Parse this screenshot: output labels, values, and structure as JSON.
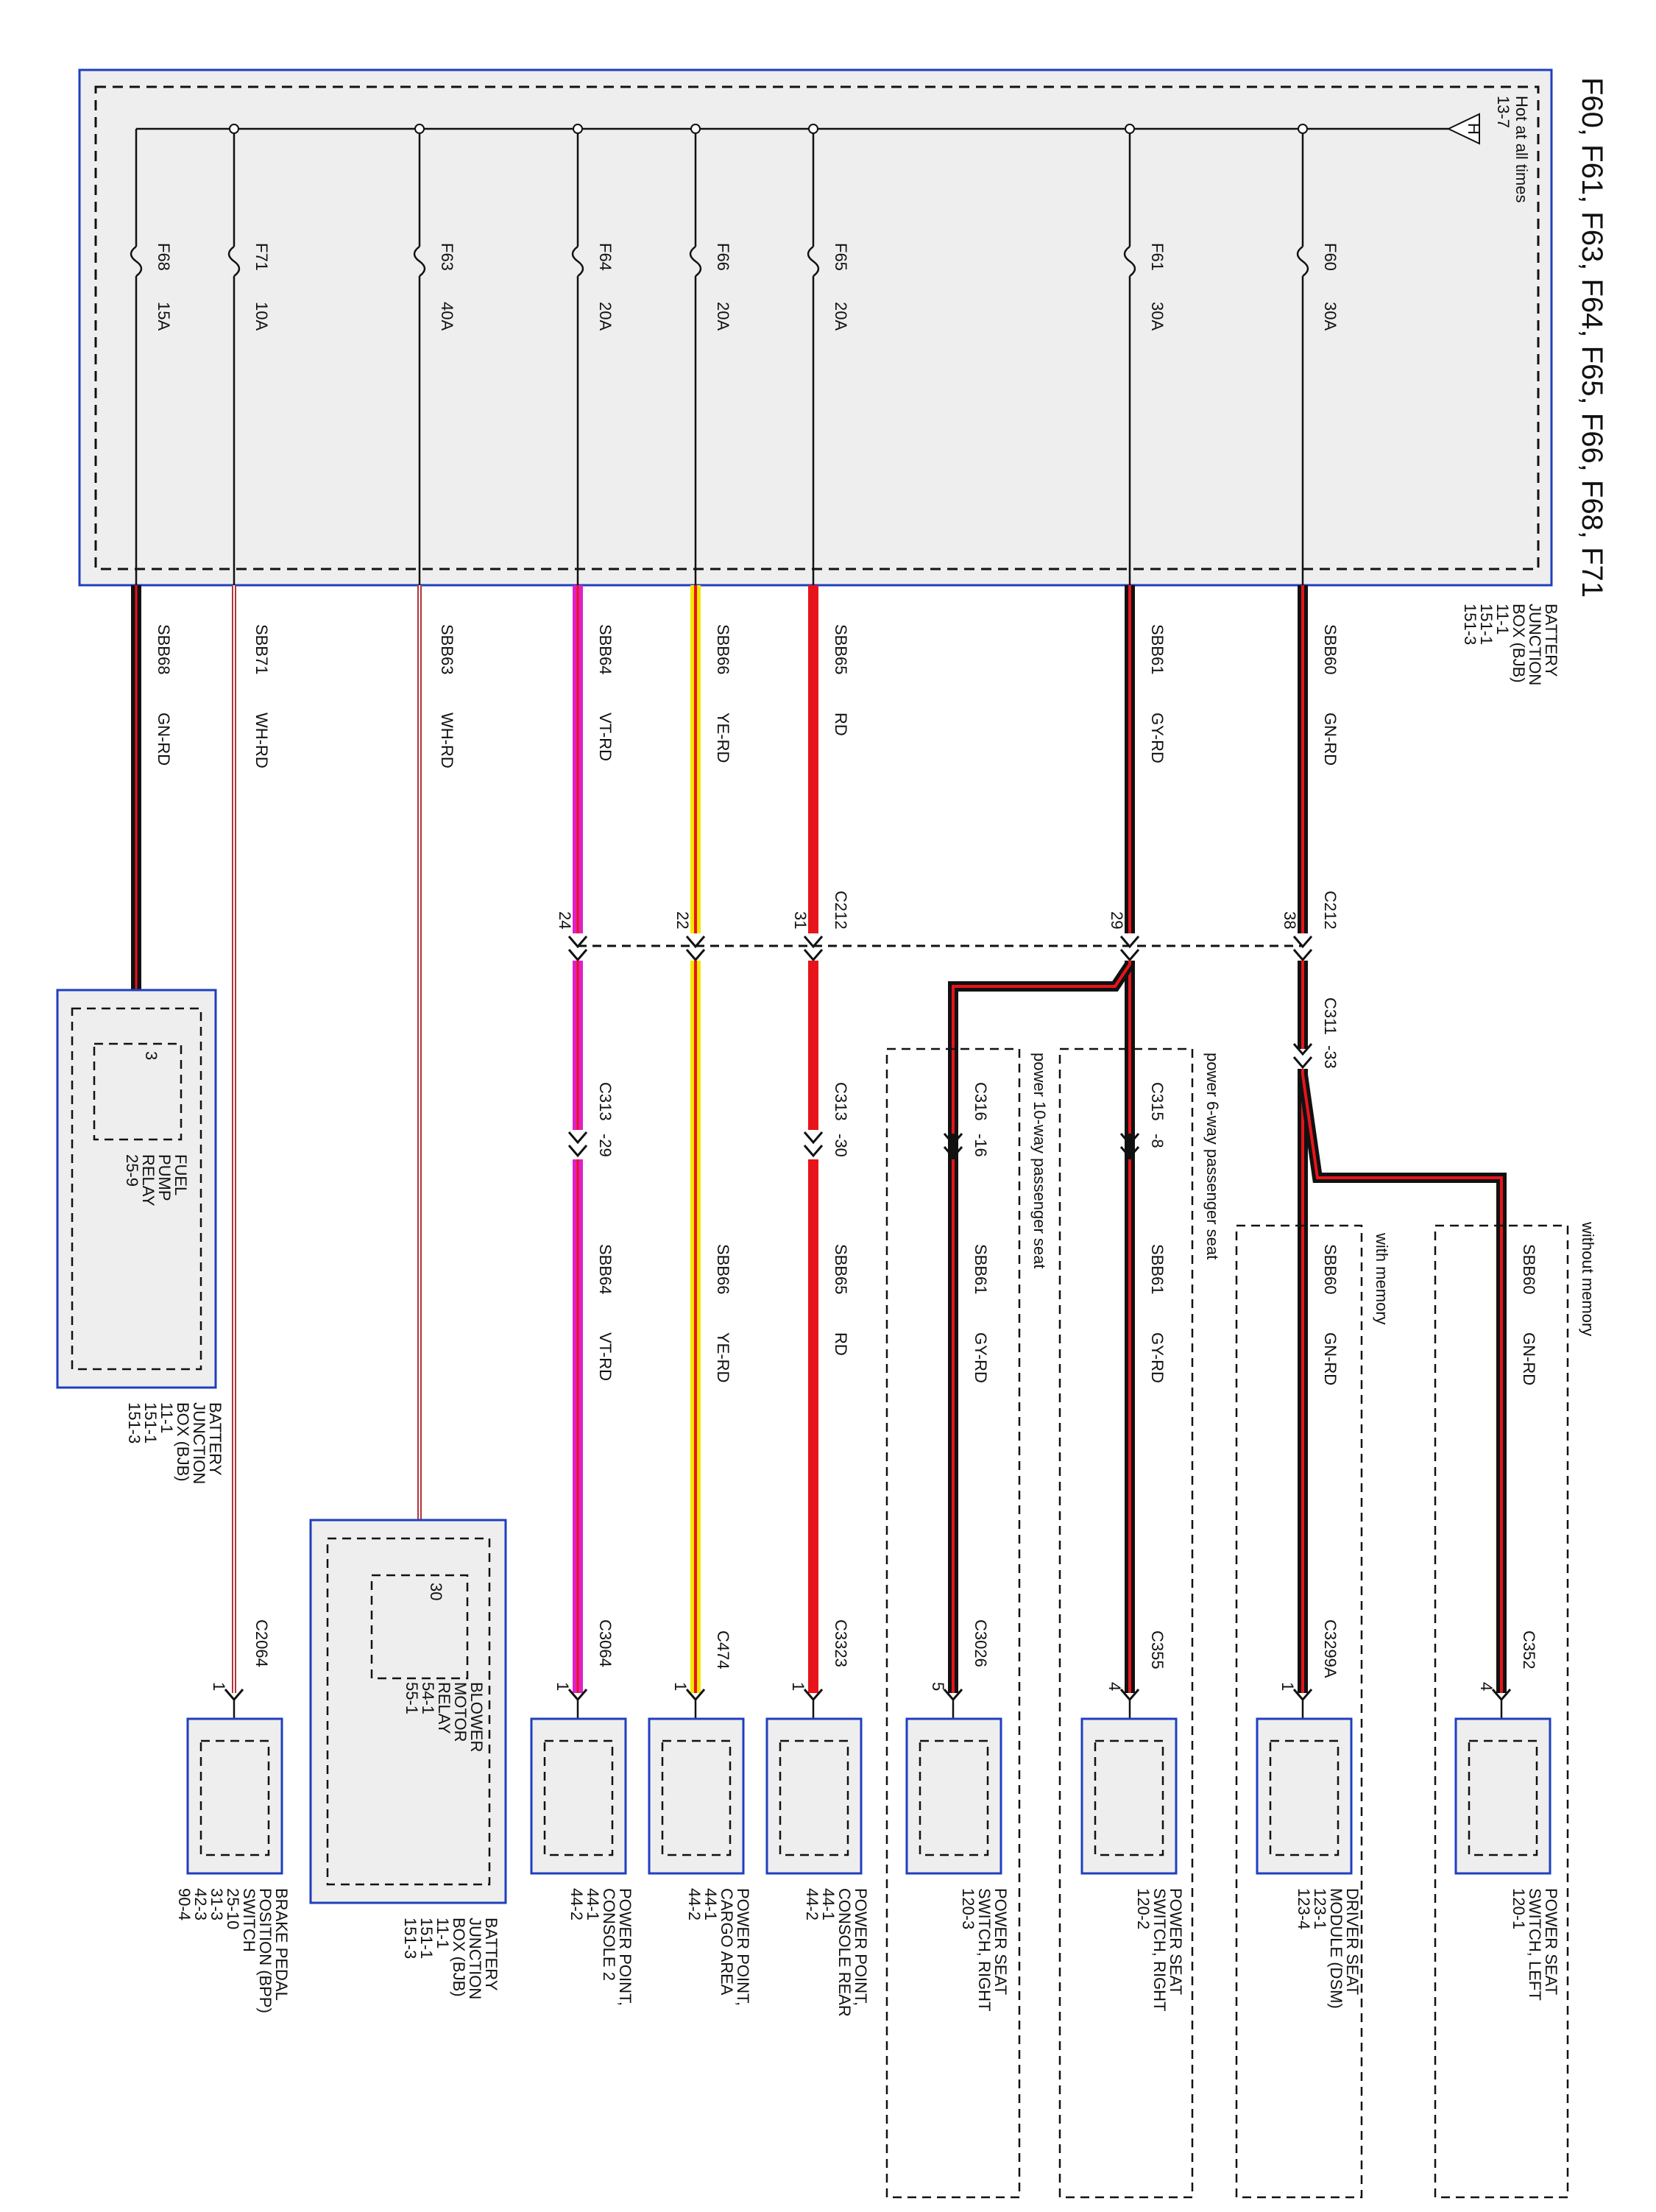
{
  "title": "F60, F61, F63, F64, F65, F66, F68, F71",
  "source": {
    "name_lines": [
      "BATTERY",
      "JUNCTION",
      "BOX (BJB)",
      "11-1",
      "151-1",
      "151-3"
    ],
    "hot_label": "Hot at all times",
    "hot_ref": "13-7",
    "hot_symbol": "H"
  },
  "fuses": [
    {
      "id": "F60",
      "rating": "30A"
    },
    {
      "id": "F61",
      "rating": "30A"
    },
    {
      "id": "F65",
      "rating": "20A"
    },
    {
      "id": "F66",
      "rating": "20A"
    },
    {
      "id": "F64",
      "rating": "20A"
    },
    {
      "id": "F63",
      "rating": "40A"
    },
    {
      "id": "F71",
      "rating": "10A"
    },
    {
      "id": "F68",
      "rating": "15A"
    }
  ],
  "wires": [
    {
      "circuit": "SBB60",
      "color": "GN-RD"
    },
    {
      "circuit": "SBB61",
      "color": "GY-RD"
    },
    {
      "circuit": "SBB65",
      "color": "RD"
    },
    {
      "circuit": "SBB66",
      "color": "YE-RD"
    },
    {
      "circuit": "SBB64",
      "color": "VT-RD"
    },
    {
      "circuit": "SBB63",
      "color": "WH-RD"
    },
    {
      "circuit": "SBB71",
      "color": "WH-RD"
    },
    {
      "circuit": "SBB68",
      "color": "GN-RD"
    }
  ],
  "connector_c212": {
    "name": "C212",
    "pins": [
      "38",
      "29",
      "31",
      "22",
      "24"
    ]
  },
  "inline_connectors": [
    {
      "name": "C311",
      "pin": "-33"
    },
    {
      "name": "C315",
      "pin": "-8"
    },
    {
      "name": "C316",
      "pin": "-16"
    },
    {
      "name": "C313",
      "pin": "-30"
    },
    {
      "name": "C313",
      "pin": "-29"
    }
  ],
  "option_groups": [
    {
      "label": "without memory"
    },
    {
      "label": "with memory"
    },
    {
      "label": "power 6-way passenger seat"
    },
    {
      "label": "power 10-way passenger seat"
    }
  ],
  "loads": [
    {
      "connector": "C352",
      "pin": "4",
      "lines": [
        "POWER SEAT",
        "SWITCH, LEFT",
        "120-1"
      ]
    },
    {
      "connector": "C3299A",
      "pin": "1",
      "lines": [
        "DRIVER SEAT",
        "MODULE (DSM)",
        "123-1",
        "123-4"
      ]
    },
    {
      "connector": "C355",
      "pin": "4",
      "lines": [
        "POWER SEAT",
        "SWITCH, RIGHT",
        "120-2"
      ]
    },
    {
      "connector": "C3026",
      "pin": "5",
      "lines": [
        "POWER SEAT",
        "SWITCH, RIGHT",
        "120-3"
      ]
    },
    {
      "connector": "C3323",
      "pin": "1",
      "lines": [
        "POWER POINT,",
        "CONSOLE REAR",
        "44-1",
        "44-2"
      ]
    },
    {
      "connector": "C474",
      "pin": "1",
      "lines": [
        "POWER POINT,",
        "CARGO AREA",
        "44-1",
        "44-2"
      ]
    },
    {
      "connector": "C3064",
      "pin": "1",
      "lines": [
        "POWER POINT,",
        "CONSOLE 2",
        "44-1",
        "44-2"
      ]
    },
    {
      "connector": "C2064",
      "pin": "1",
      "lines": [
        "BRAKE PEDAL",
        "POSITION (BPP)",
        "SWITCH",
        "25-10",
        "31-3",
        "42-3",
        "90-4"
      ]
    }
  ],
  "blower_relay": {
    "pin": "30",
    "name_lines": [
      "BLOWER",
      "MOTOR",
      "RELAY",
      "54-1",
      "55-1"
    ],
    "bjb_lines": [
      "BATTERY",
      "JUNCTION",
      "BOX (BJB)",
      "11-1",
      "151-1",
      "151-3"
    ]
  },
  "fuel_pump_relay": {
    "pin": "3",
    "name_lines": [
      "FUEL",
      "PUMP",
      "RELAY",
      "25-9"
    ],
    "bjb_lines": [
      "BATTERY",
      "JUNCTION",
      "BOX (BJB)",
      "11-1",
      "151-1",
      "151-3"
    ]
  },
  "colors": {
    "box_border": "#1f3fbf",
    "box_fill": "#eeeeee",
    "black": "#111111",
    "red": "#e8141b",
    "green_red_dark": "#1a1a1a",
    "magenta": "#e020c8",
    "yellow": "#f5e600"
  }
}
